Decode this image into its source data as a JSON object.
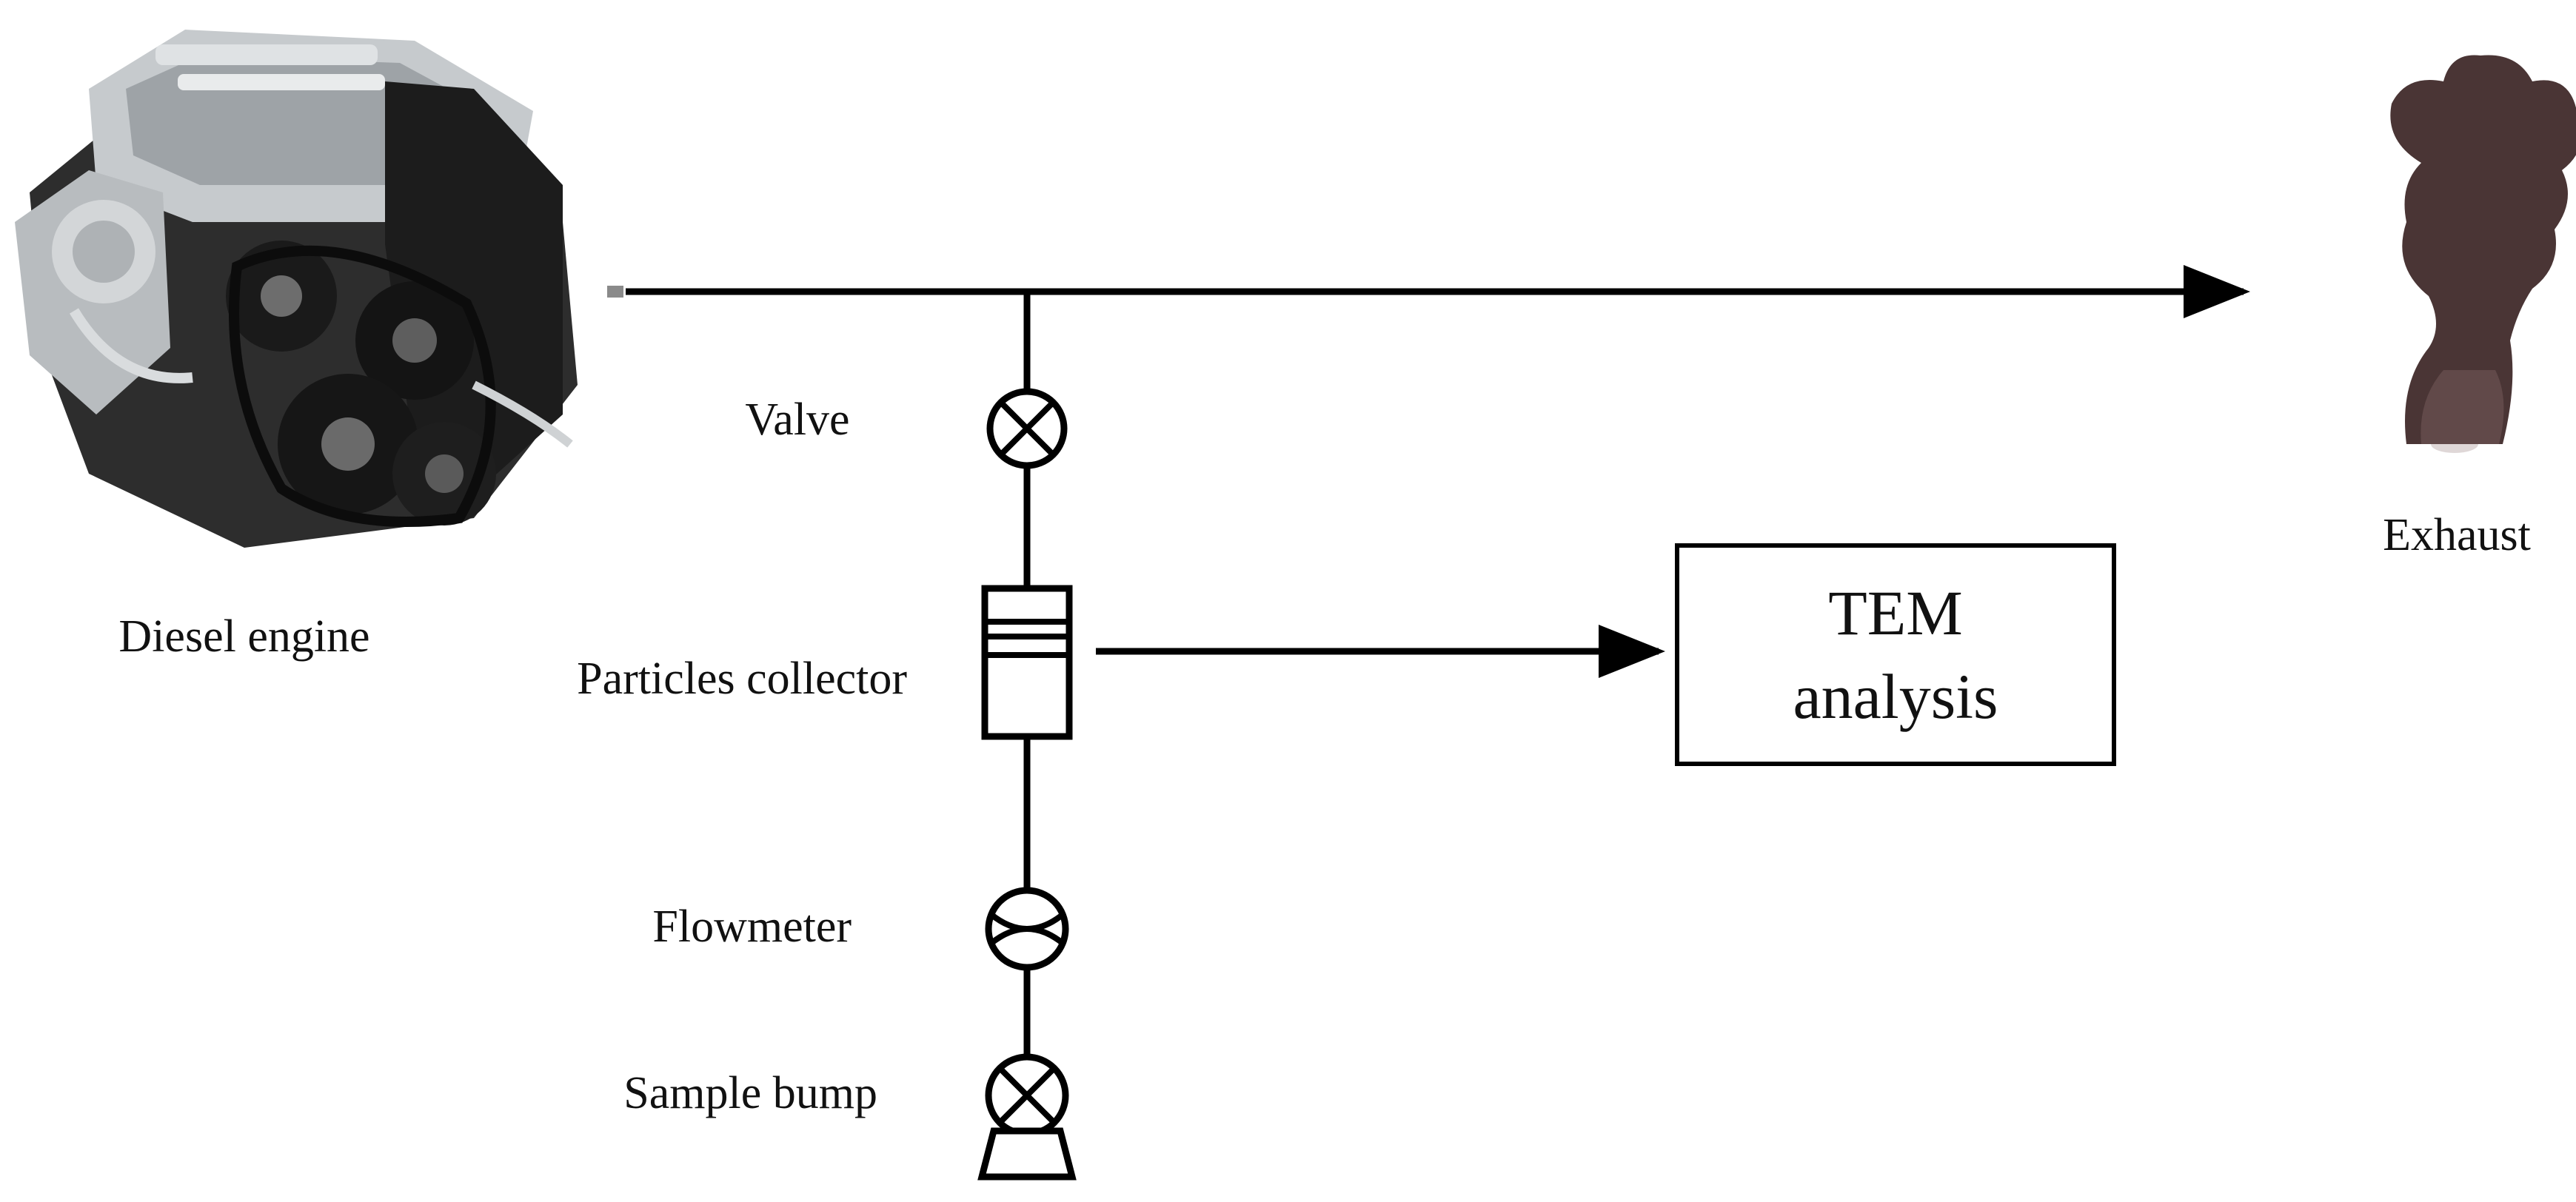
{
  "labels": {
    "engine": "Diesel engine",
    "exhaust": "Exhaust",
    "valve": "Valve",
    "collector": "Particles collector",
    "flowmeter": "Flowmeter",
    "pump": "Sample bump"
  },
  "tem_box": {
    "line1": "TEM",
    "line2": "analysis"
  },
  "colors": {
    "line": "#000000",
    "smoke": "#4a3535",
    "engine_body": "#3a3a3a",
    "engine_metal": "#bfc3c6"
  },
  "icons": {
    "engine": "diesel-engine-icon",
    "exhaust": "exhaust-smoke-icon",
    "valve": "valve-icon",
    "collector": "particles-collector-icon",
    "flowmeter": "flowmeter-icon",
    "pump": "sample-pump-icon"
  }
}
